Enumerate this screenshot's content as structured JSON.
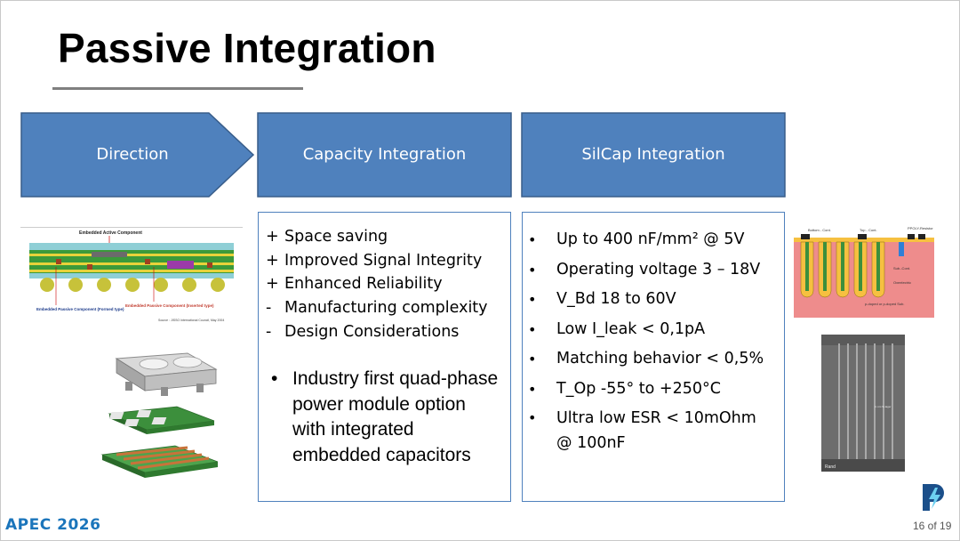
{
  "slide": {
    "title": "Passive Integration",
    "headers": {
      "direction": "Direction",
      "capacity": "Capacity Integration",
      "silcap": "SilCap Integration"
    },
    "capacity_points": [
      {
        "sym": "+",
        "text": "Space saving"
      },
      {
        "sym": "+",
        "text": "Improved Signal Integrity"
      },
      {
        "sym": "+",
        "text": "Enhanced Reliability"
      },
      {
        "sym": "-",
        "text": "Manufacturing complexity"
      },
      {
        "sym": "-",
        "text": "Design Considerations"
      }
    ],
    "capacity_highlight": "Industry first quad-phase power module option with integrated embedded capacitors",
    "silcap_points": [
      "Up to 400 nF/mm² @ 5V",
      "Operating voltage 3 – 18V",
      "V_Bd 18 to 60V",
      "Low I_leak  < 0,1pA",
      "Matching behavior < 0,5%",
      "T_Op -55° to +250°C",
      "Ultra low ESR < 10mOhm @ 100nF"
    ],
    "pcb_diagram": {
      "label_active": "Embedded Active Component",
      "label_formed": "Embedded Passive Component (Formed type)",
      "label_inserted": "Embedded Passive Component (Inserted type)",
      "source": "Source : JISSO International Council, May 2004"
    },
    "silcap_diagram": {
      "labels": [
        "Bottom - Cont.",
        "Top - Cont.",
        "PPOLY-Resistor",
        "Sub.-Cont.",
        "Oxeelectric",
        "p-doped or p-doped Sub."
      ]
    },
    "sem_image": {
      "labels": [
        "Rand",
        "in nm Si-lager"
      ]
    },
    "footer": {
      "logo_text": "APEC 2026",
      "page": "16 of 19"
    },
    "colors": {
      "header_fill": "#4f81bd",
      "header_border": "#385d8a",
      "box_border": "#4f81bd",
      "brand_blue": "#1b75bb"
    }
  }
}
